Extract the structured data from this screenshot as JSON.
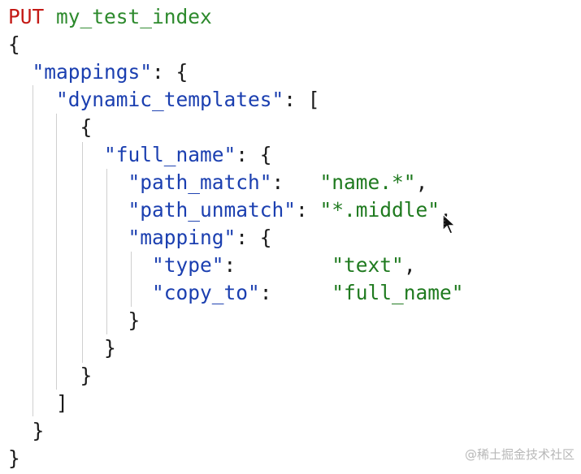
{
  "request": {
    "method": "PUT",
    "path": "my_test_index"
  },
  "body": {
    "open_brace": "{",
    "mappings_key": "\"mappings\"",
    "dynamic_templates_key": "\"dynamic_templates\"",
    "full_name_key": "\"full_name\"",
    "path_match_key": "\"path_match\"",
    "path_match_value": "\"name.*\"",
    "path_unmatch_key": "\"path_unmatch\"",
    "path_unmatch_value": "\"*.middle\"",
    "mapping_key": "\"mapping\"",
    "type_key": "\"type\"",
    "type_value": "\"text\"",
    "copy_to_key": "\"copy_to\"",
    "copy_to_value": "\"full_name\"",
    "close_brace": "}",
    "open_bracket": "[",
    "close_bracket": "]"
  },
  "colors": {
    "method": "#c41a16",
    "path": "#2d8a2d",
    "key": "#1b3fb0",
    "string": "#1f7a1f",
    "punctuation": "#1a1a1a",
    "guide": "#cfcfcf"
  },
  "icons": {
    "cursor": "mouse-pointer-icon"
  },
  "watermark": "@稀土掘金技术社区"
}
